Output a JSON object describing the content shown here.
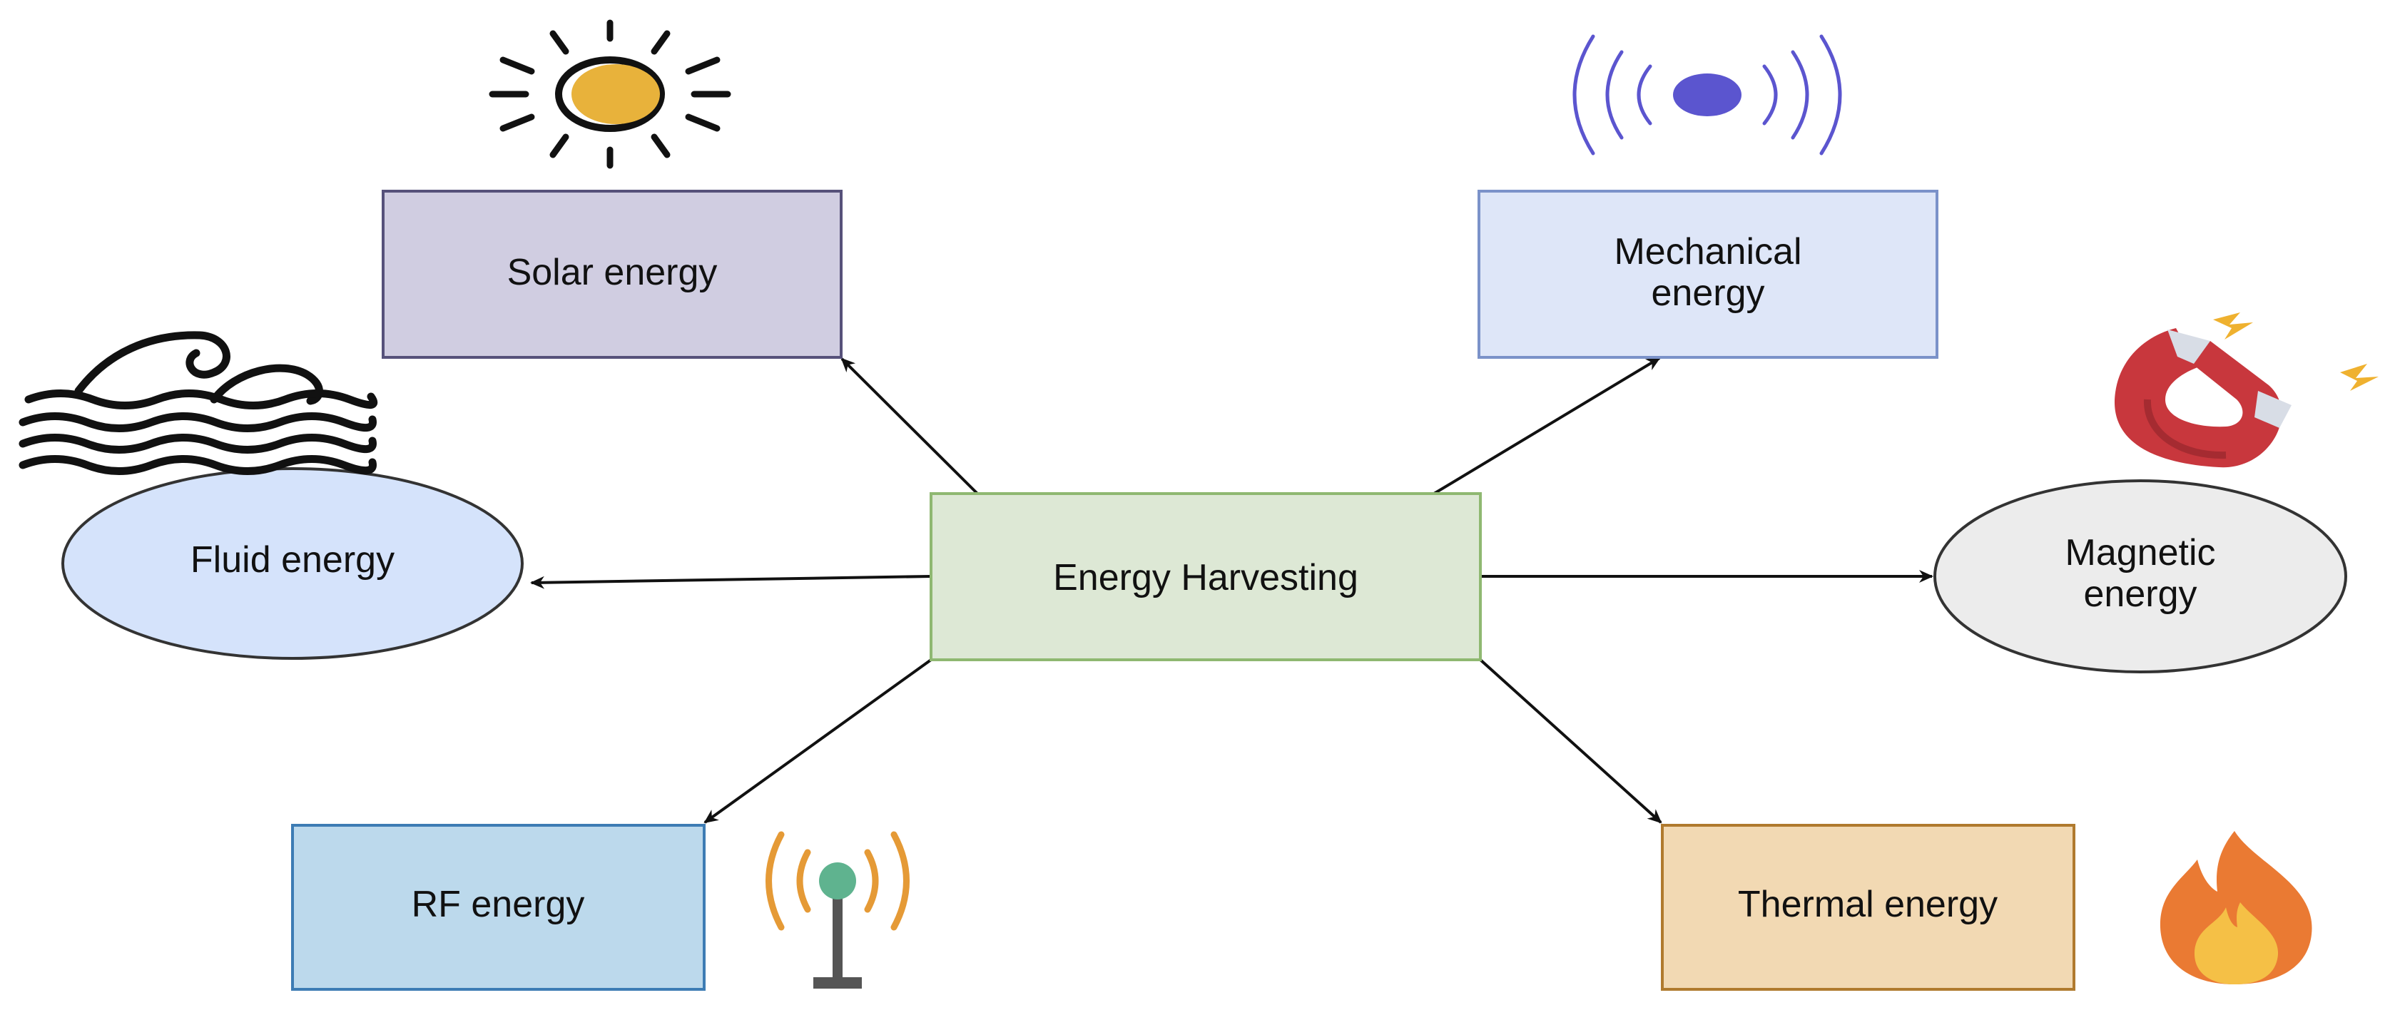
{
  "diagram": {
    "center": {
      "label": "Energy Harvesting"
    },
    "nodes": [
      {
        "id": "solar",
        "lines": [
          "Solar energy"
        ]
      },
      {
        "id": "mechanical",
        "lines": [
          "Mechanical",
          "energy"
        ]
      },
      {
        "id": "fluid",
        "lines": [
          "Fluid energy"
        ]
      },
      {
        "id": "magnetic",
        "lines": [
          "Magnetic",
          "energy"
        ]
      },
      {
        "id": "rf",
        "lines": [
          "RF energy"
        ]
      },
      {
        "id": "thermal",
        "lines": [
          "Thermal energy"
        ]
      }
    ],
    "icons": [
      "sun-icon",
      "vibration-icon",
      "wave-icon",
      "magnet-icon",
      "antenna-icon",
      "flame-icon"
    ],
    "colors": {
      "center_fill": "#dde8d5",
      "center_stroke": "#8fb871",
      "solar_fill": "#d0cde1",
      "solar_stroke": "#56517a",
      "mechanical_fill": "#dee6f8",
      "mechanical_stroke": "#7b92c9",
      "fluid_fill": "#d5e3fb",
      "fluid_stroke": "#333333",
      "magnetic_fill": "#ececec",
      "magnetic_stroke": "#333333",
      "rf_fill": "#bcd9ec",
      "rf_stroke": "#3d7cb4",
      "thermal_fill": "#f2d9b3",
      "thermal_stroke": "#b07a2e",
      "sun": "#e8b23b",
      "vibration": "#5b55cf",
      "magnet": "#c8373d",
      "antenna": "#e59a36",
      "flame": "#ea7a33"
    }
  }
}
